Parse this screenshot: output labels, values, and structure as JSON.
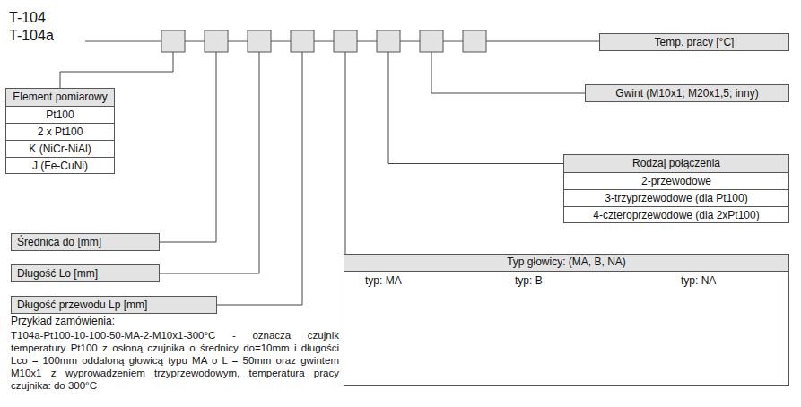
{
  "diagram": {
    "nodes": [
      {
        "text": [
          "Temp. pracy [°C]"
        ]
      },
      {
        "text": [
          "Gwint (M10x1; M20x1,5; inny)"
        ]
      },
      {
        "text": [
          "Element pomiarowy",
          "Pt100",
          "2 x Pt100",
          "K (NiCr-NiAl)",
          "J (Fe-CuNi)"
        ]
      },
      {
        "text": [
          "Rodzaj połączenia",
          "2-przewodowe",
          "3-trzyprzewodowe (dla Pt100)",
          "4-czteroprzewodowe (dla 2xPt100)"
        ]
      },
      {
        "text": [
          "Średnica do [mm]"
        ]
      },
      {
        "text": [
          "Typ głowicy: (MA, B, NA)",
          "typ: MA",
          "typ: B",
          "typ: NA"
        ]
      },
      {
        "text": [
          "Długość Lo [mm]"
        ]
      },
      {
        "text": [
          "Długość przewodu Lp [mm]"
        ]
      }
    ],
    "labels": [
      "T-104",
      "T-104a",
      "Przykład zamówienia:",
      "T104a-Pt100-10-100-50-MA-2-M10x1-300°C - oznacza czujnik temperatury Pt100 z osłoną czujnika o średnicy do=10mm i długości Lco = 100mm oddaloną głowicą typu MA o L = 50mm oraz gwintem M10x1 z wyprowadzeniem trzyprzewodowym, temperatura pracy czujnika: do 300°C"
    ]
  }
}
